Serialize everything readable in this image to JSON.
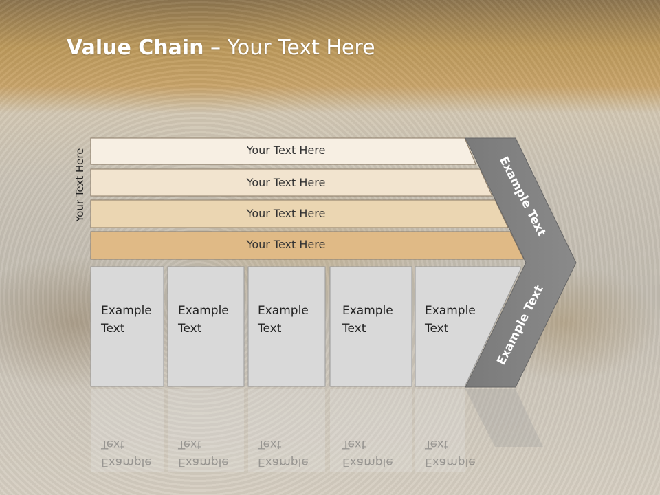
{
  "slide": {
    "title_bold": "Value Chain",
    "title_rest": " – Your Text Here",
    "vertical_label": "Your Text Here",
    "bars": [
      {
        "label": "Your Text Here",
        "color": "#f7efe3"
      },
      {
        "label": "Your Text Here",
        "color": "#f2e4cf"
      },
      {
        "label": "Your Text Here",
        "color": "#ebd6b2"
      },
      {
        "label": "Your Text Here",
        "color": "#e0ba86"
      }
    ],
    "boxes": [
      {
        "line1": "Example",
        "line2": "Text"
      },
      {
        "line1": "Example",
        "line2": "Text"
      },
      {
        "line1": "Example",
        "line2": "Text"
      },
      {
        "line1": "Example",
        "line2": "Text"
      },
      {
        "line1": "Example",
        "line2": "Text"
      }
    ],
    "chevron_top_label": "Example Text",
    "chevron_bottom_label": "Example Text",
    "chevron_color": "#808080",
    "box_color": "#d9d9d9"
  }
}
